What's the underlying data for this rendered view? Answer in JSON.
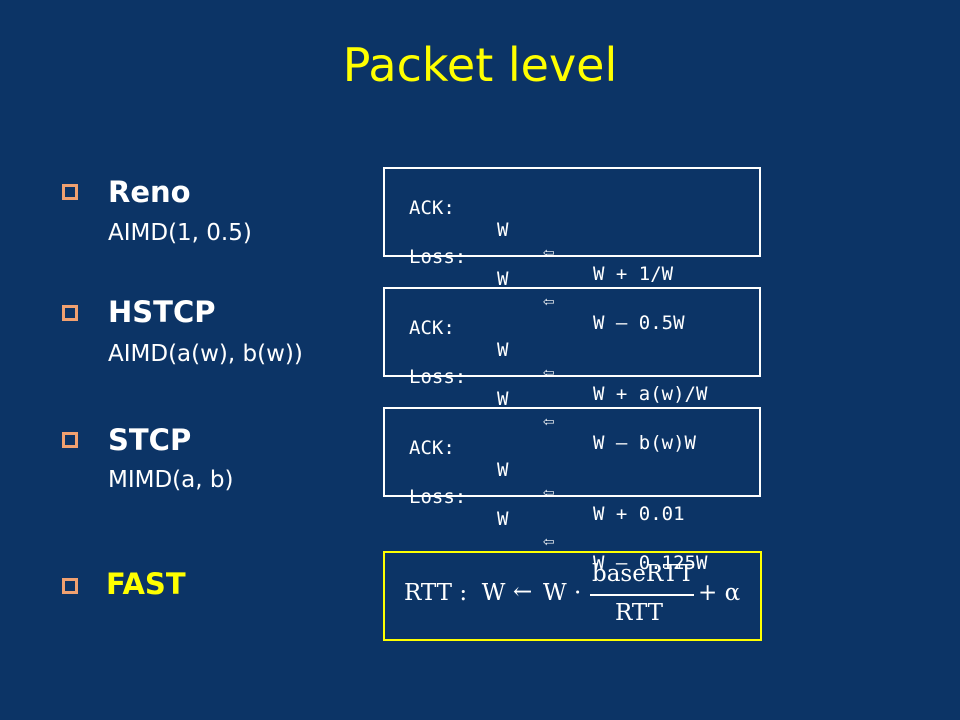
{
  "title": "Packet level",
  "colors": {
    "background": "#0c3466",
    "title": "#ffff00",
    "bullet": "#f0a070",
    "fast": "#ffff00"
  },
  "protocols": [
    {
      "name": "Reno",
      "subtitle": "AIMD(1, 0.5)",
      "rules": [
        {
          "label": "ACK:",
          "var": "W",
          "arrow": "⇦",
          "expr": "W + 1/W"
        },
        {
          "label": "Loss:",
          "var": "W",
          "arrow": "⇦",
          "expr": "W – 0.5W"
        }
      ]
    },
    {
      "name": "HSTCP",
      "subtitle": "AIMD(a(w), b(w))",
      "rules": [
        {
          "label": "ACK:",
          "var": "W",
          "arrow": "⇦",
          "expr": "W + a(w)/W"
        },
        {
          "label": "Loss:",
          "var": "W",
          "arrow": "⇦",
          "expr": "W – b(w)W"
        }
      ]
    },
    {
      "name": "STCP",
      "subtitle": "MIMD(a, b)",
      "rules": [
        {
          "label": "ACK:",
          "var": "W",
          "arrow": "⇦",
          "expr": "W + 0.01"
        },
        {
          "label": "Loss:",
          "var": "W",
          "arrow": "⇦",
          "expr": "W – 0.125W"
        }
      ]
    }
  ],
  "fast": {
    "name": "FAST",
    "formula": {
      "lhs": "RTT :  W",
      "arrow": "←",
      "term": "W ·",
      "numerator": "baseRTT",
      "denominator": "RTT",
      "tail": "+ α"
    }
  }
}
